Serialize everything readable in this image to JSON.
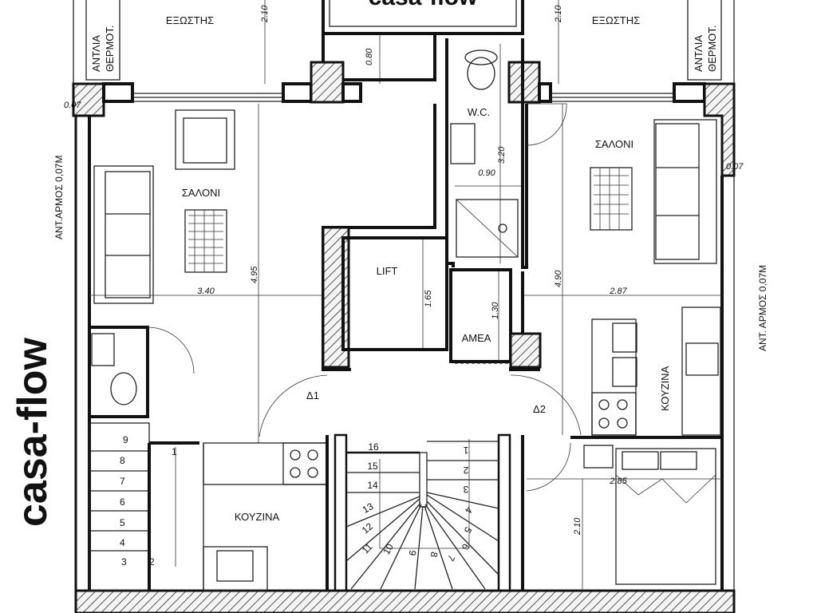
{
  "watermark": {
    "text": "casa-flow",
    "top_text": "casa-flow"
  },
  "rooms": {
    "balcony_left": "ΕΞΩΣΤΗΣ",
    "balcony_right": "ΕΞΩΣΤΗΣ",
    "pump_left": [
      "ΑΝΤΛΙΑ",
      "ΘΕΡΜΟΤ."
    ],
    "pump_right": [
      "ΑΝΤΛΙΑ",
      "ΘΕΡΜΟΤ."
    ],
    "living_left": "ΣΑΛΟΝΙ",
    "living_right": "ΣΑΛΟΝΙ",
    "wc": "W.C.",
    "lift": "LIFT",
    "amea": "ΑΜΕΑ",
    "kitchen_left": "ΚΟΥΖΙΝΑ",
    "kitchen_right": "ΚΟΥΖΙΝΑ",
    "apartment_1": "Δ1",
    "apartment_2": "Δ2"
  },
  "side_notes": {
    "left": "ΑΝΤ.ΑΡΜΟΣ 0,07Μ",
    "right": "ΑΝΤ. ΑΡΜΟΣ 0,07Μ"
  },
  "dimensions": {
    "balcony_left_depth": "2.10",
    "balcony_right_depth": "2.10",
    "recess": "0.80",
    "joint_left": "0.07",
    "joint_right": "0.07",
    "wc_length": "3.20",
    "wc_width": "0.90",
    "living_left_length": "4.95",
    "living_left_width": "3.40",
    "lift_depth": "1.65",
    "amea_depth": "1.30",
    "living_right_length": "4.90",
    "living_right_width": "2.87",
    "bedroom_width": "2.85",
    "bedroom_length": "2.10"
  },
  "stairs_left": [
    "1",
    "2",
    "3",
    "4",
    "5",
    "6",
    "7",
    "8",
    "9"
  ],
  "stairs_center": [
    "1",
    "2",
    "3",
    "4",
    "5",
    "6",
    "7",
    "8",
    "9",
    "10",
    "11",
    "12",
    "13",
    "14",
    "15",
    "16"
  ]
}
